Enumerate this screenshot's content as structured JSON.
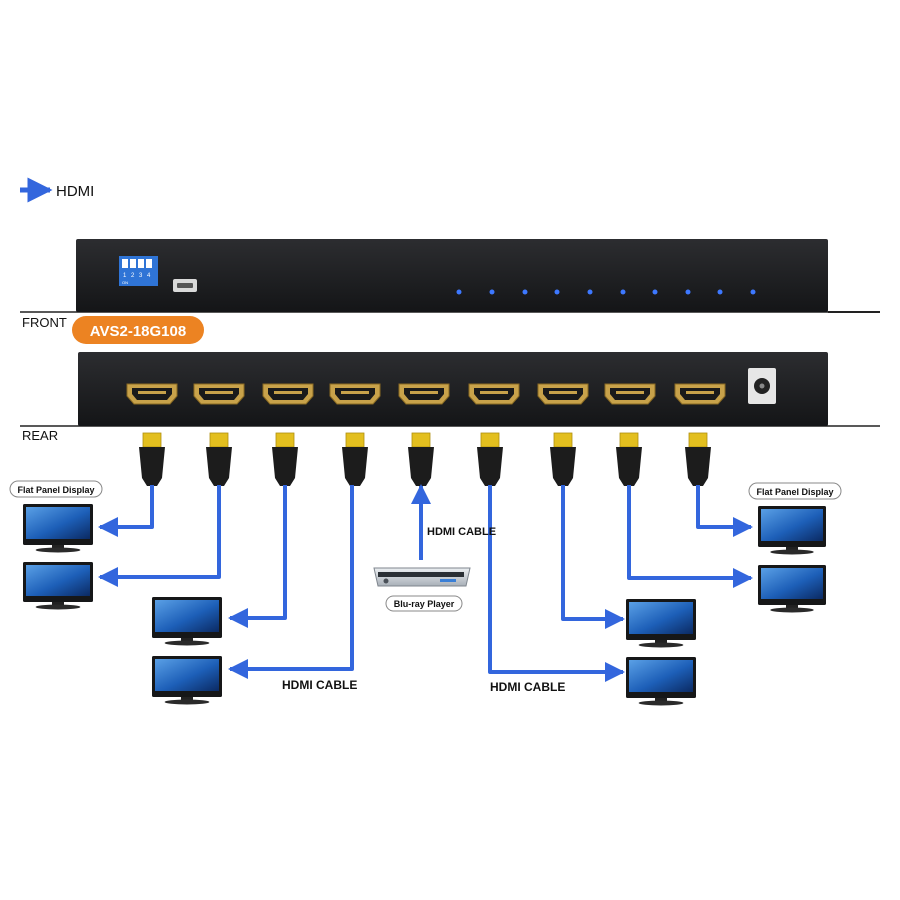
{
  "legend": {
    "label": "HDMI",
    "color": "#3366dd"
  },
  "device": {
    "model": "AVS2-18G108",
    "front_label": "FRONT",
    "rear_label": "REAR",
    "dip_switch_numbers": [
      "1",
      "2",
      "3",
      "4"
    ],
    "dip_switch_on": "ON",
    "output_ports": 8,
    "input_ports": 1,
    "indicator_leds": 10
  },
  "labels": {
    "flat_panel_left": "Flat Panel Display",
    "flat_panel_right": "Flat Panel Display",
    "source": "Blu-ray Player",
    "cable_input": "HDMI CABLE",
    "cable_left": "HDMI CABLE",
    "cable_right": "HDMI CABLE"
  },
  "colors": {
    "chassis": "#1e1f21",
    "model_badge": "#ec8322",
    "cable": "#3366dd",
    "connector_tip": "#e3bf1f",
    "port_gold": "#c8a24a"
  }
}
